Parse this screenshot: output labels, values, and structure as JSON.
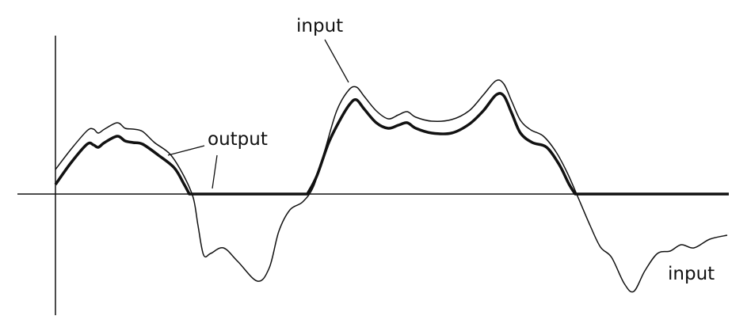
{
  "labels": {
    "input_top": "input",
    "output": "output",
    "input_bottom": "input"
  },
  "colors": {
    "line": "#111111",
    "background": "#ffffff"
  }
}
